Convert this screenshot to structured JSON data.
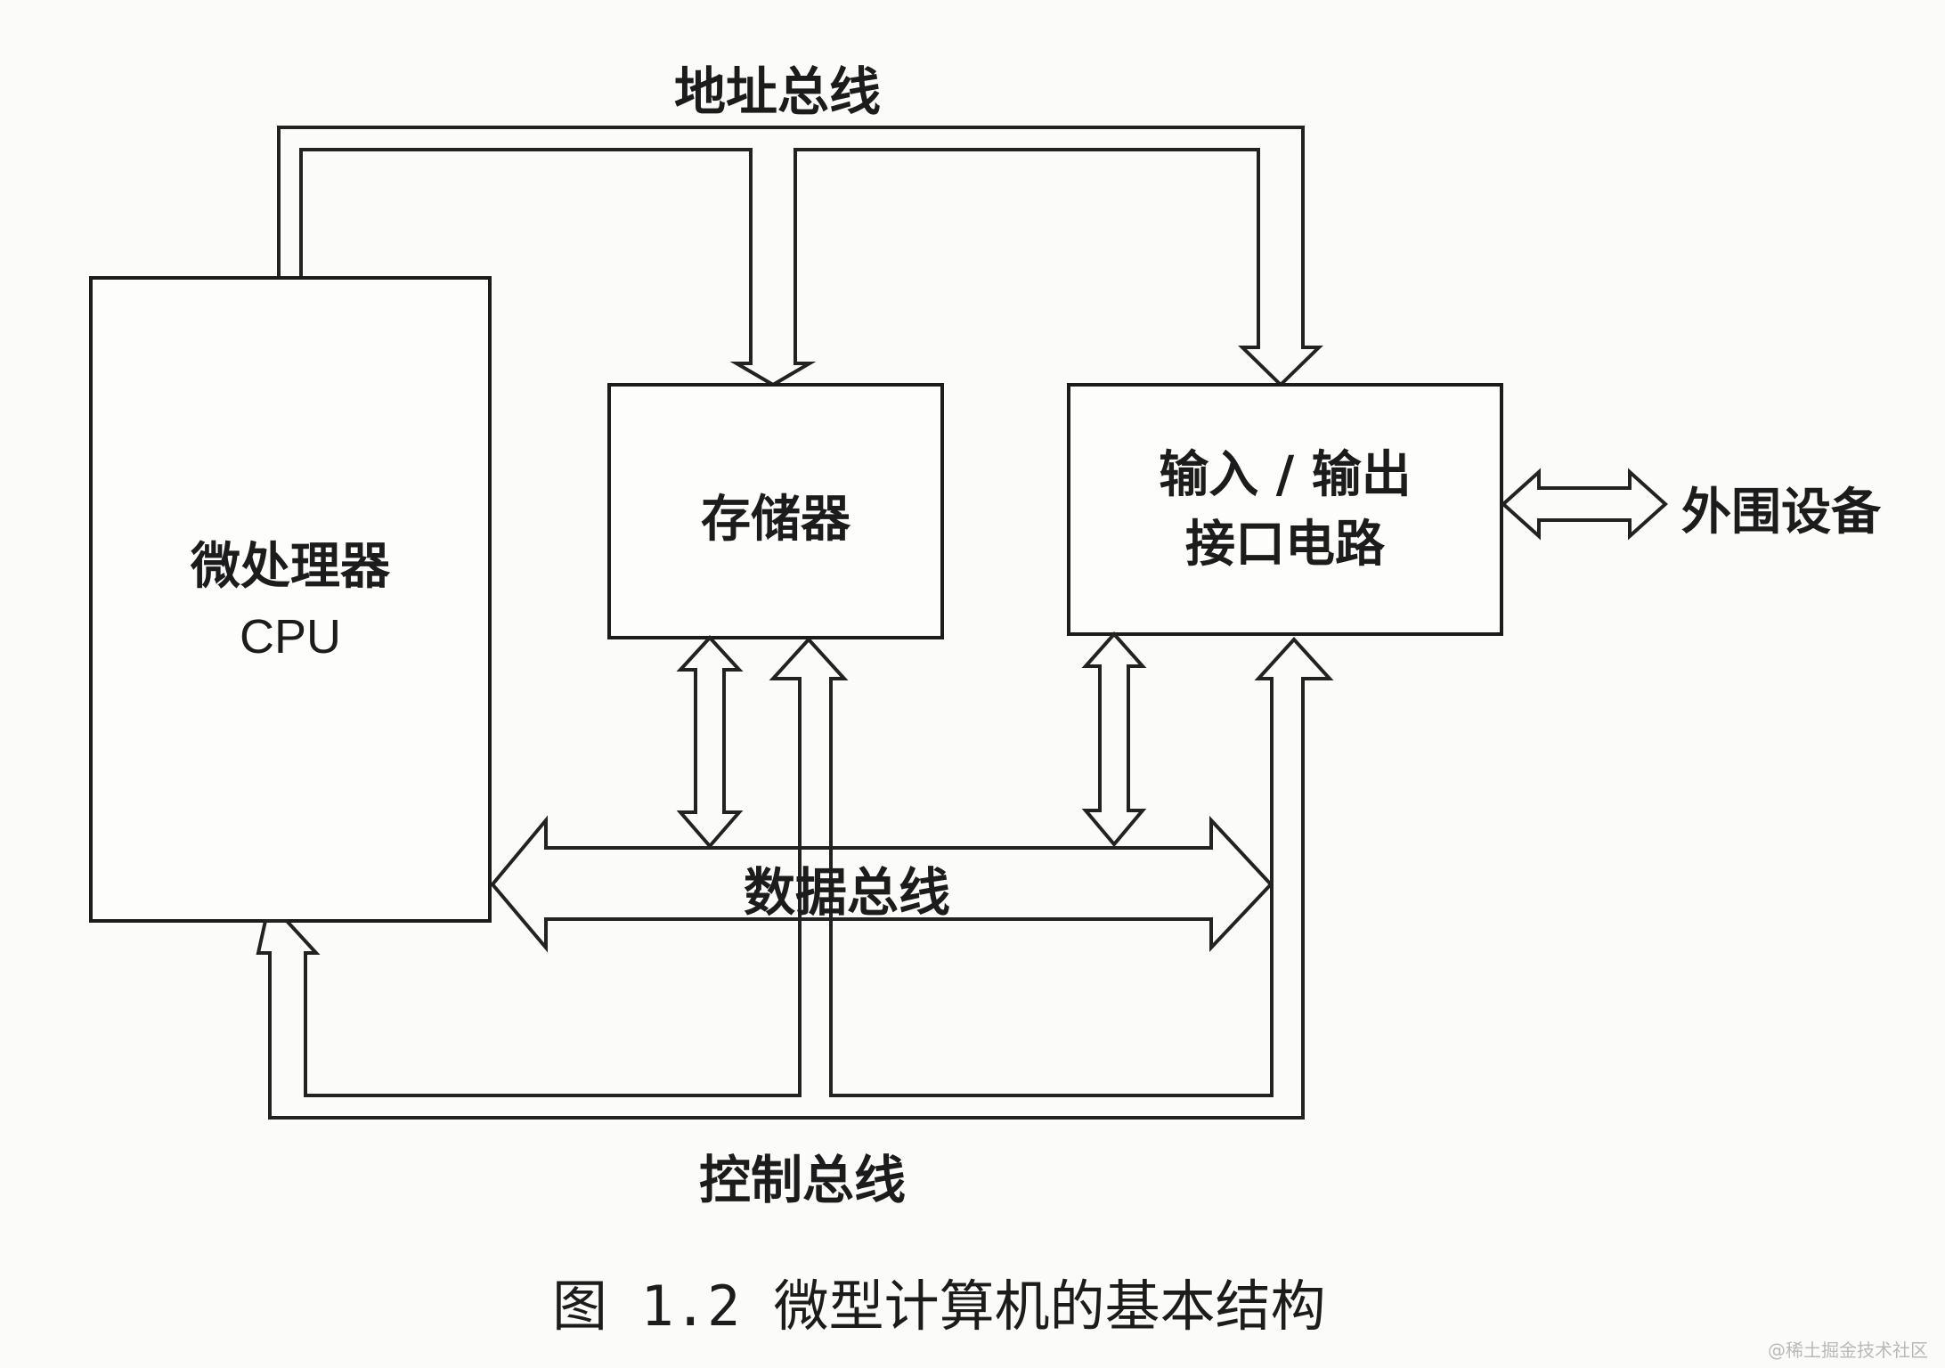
{
  "buses": {
    "address": "地址总线",
    "data": "数据总线",
    "control": "控制总线"
  },
  "blocks": {
    "cpu": {
      "line1": "微处理器",
      "line2": "CPU"
    },
    "memory": "存储器",
    "io": {
      "line1": "输入 / 输出",
      "line2": "接口电路"
    },
    "peripheral": "外围设备"
  },
  "caption": "图 1.2  微型计算机的基本结构",
  "watermark": "@稀土掘金技术社区"
}
